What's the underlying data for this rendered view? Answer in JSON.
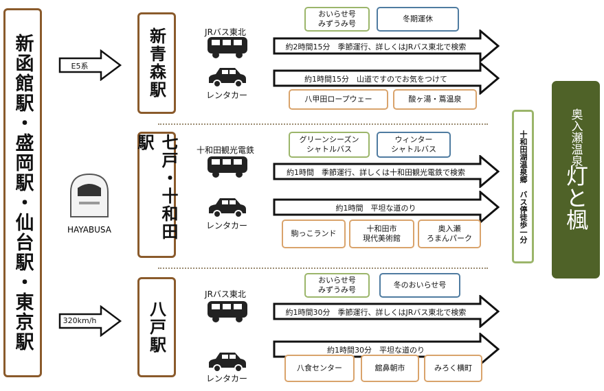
{
  "origin": "新函館駅・盛岡駅・仙台駅・東京駅",
  "trunk": {
    "top_arrow": "E5系",
    "bottom_arrow": "320km/h",
    "train": "HAYABUSA"
  },
  "sections": [
    {
      "station": "新青森駅",
      "bus_label": "JRバス東北",
      "car_label": "レンタカー",
      "bus_route": "約2時間15分　季節運行、詳しくはJRバス東北で検索",
      "car_route": "約1時間15分　山道ですのでお気をつけて",
      "bus_tags": [
        "おいらせ号\nみずうみ号",
        "冬期運休"
      ],
      "spots": [
        "八甲田ロープウェー",
        "酸ヶ湯・蔦温泉"
      ]
    },
    {
      "station": "七戸・十和田駅",
      "bus_label": "十和田観光電鉄",
      "car_label": "レンタカー",
      "bus_route": "約1時間　季節運行、詳しくは十和田観光電鉄で検索",
      "car_route": "約1時間　平坦な道のり",
      "bus_tags": [
        "グリーンシーズン\nシャトルバス",
        "ウィンター\nシャトルバス"
      ],
      "spots": [
        "駒っこランド",
        "十和田市\n現代美術館",
        "奥入瀬\nろまんパーク"
      ]
    },
    {
      "station": "八戸駅",
      "bus_label": "JRバス東北",
      "car_label": "レンタカー",
      "bus_route": "約1時間30分　季節運行、詳しくはJRバス東北で検索",
      "car_route": "約1時間30分　平坦な道のり",
      "bus_tags": [
        "おいらせ号\nみずうみ号",
        "冬のおいらせ号"
      ],
      "spots": [
        "八食センター",
        "舘鼻朝市",
        "みろく横町"
      ]
    }
  ],
  "busstop": "十和田湖温泉郷　バス停徒歩一分",
  "destination": {
    "sub": "奥入瀬温泉",
    "name": "灯と楓"
  },
  "colors": {
    "brown": "#8a5a2b",
    "green_box": "#4f6228",
    "tag_green": "#9bb56a",
    "tag_blue": "#4e7ba0",
    "tag_orange": "#d9a36b"
  }
}
